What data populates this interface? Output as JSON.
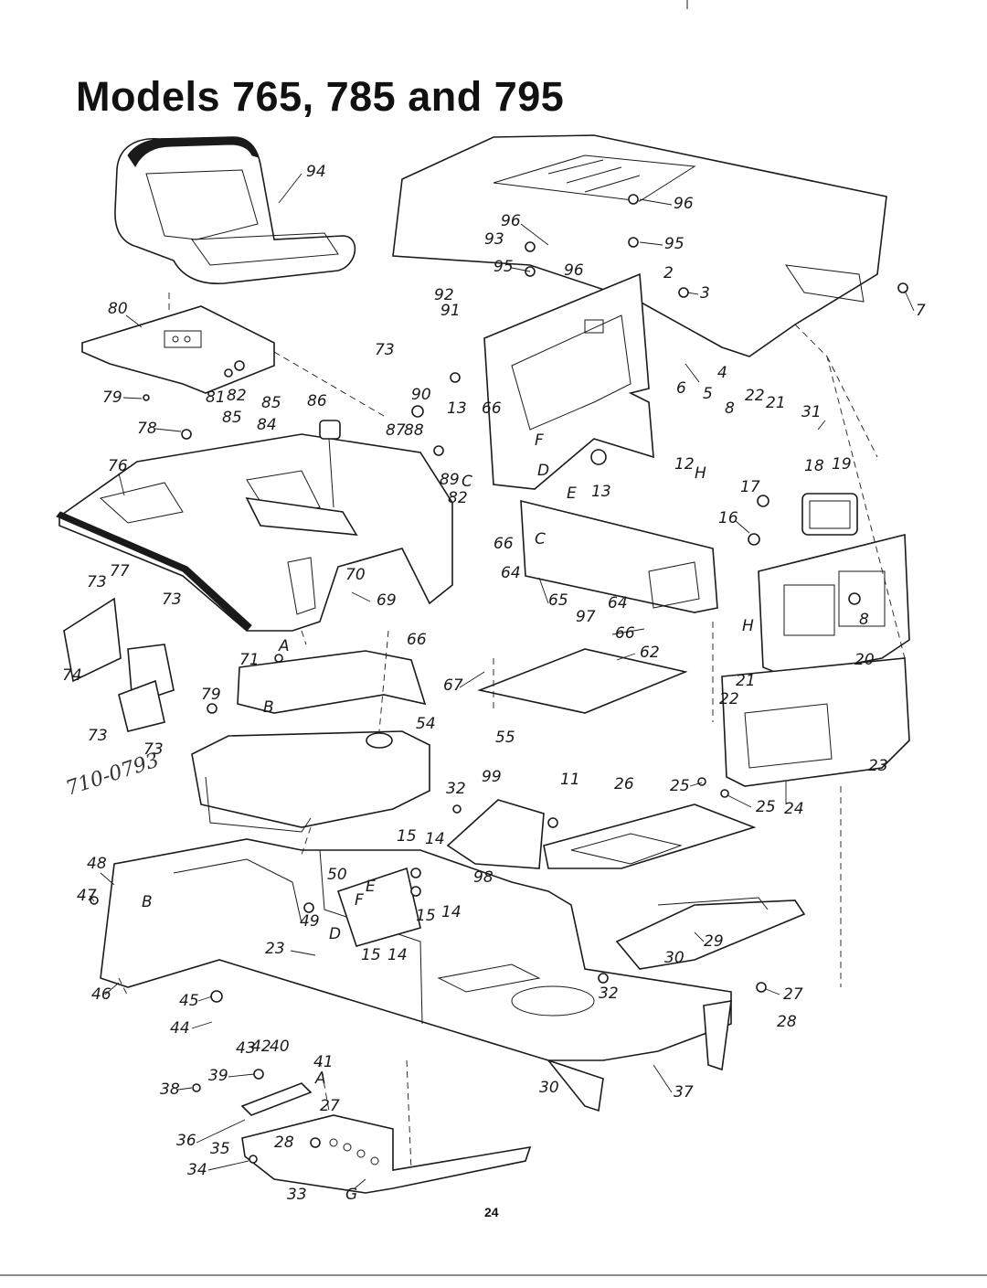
{
  "title": "Models 765, 785 and 795",
  "page_number": "24",
  "handwritten_note": "710-0793",
  "callouts": [
    "94",
    "96",
    "93",
    "95",
    "2",
    "3",
    "7",
    "80",
    "91",
    "92",
    "73",
    "4",
    "6",
    "5",
    "22",
    "21",
    "8",
    "31",
    "79",
    "81",
    "82",
    "85",
    "84",
    "86",
    "90",
    "13",
    "66",
    "F",
    "D",
    "12",
    "78",
    "87",
    "88",
    "89",
    "C",
    "H",
    "18",
    "19",
    "17",
    "16",
    "76",
    "E",
    "77",
    "70",
    "64",
    "65",
    "97",
    "69",
    "A",
    "71",
    "62",
    "67",
    "20",
    "74",
    "B",
    "54",
    "55",
    "23",
    "99",
    "11",
    "26",
    "25",
    "24",
    "32",
    "15",
    "14",
    "48",
    "50",
    "98",
    "47",
    "29",
    "49",
    "46",
    "45",
    "44",
    "43",
    "42",
    "40",
    "41",
    "27",
    "28",
    "38",
    "39",
    "30",
    "37",
    "36",
    "35",
    "34",
    "33",
    "G"
  ]
}
